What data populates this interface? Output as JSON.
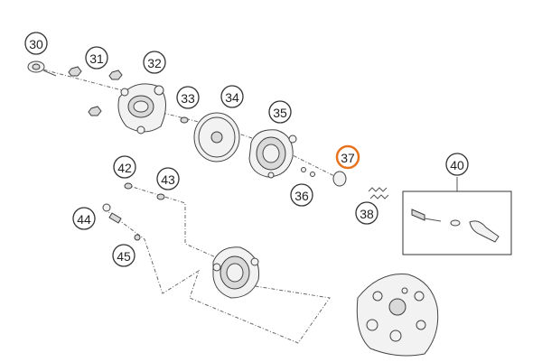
{
  "callouts": [
    {
      "label": "30",
      "highlighted": false
    },
    {
      "label": "31",
      "highlighted": false
    },
    {
      "label": "32",
      "highlighted": false
    },
    {
      "label": "33",
      "highlighted": false
    },
    {
      "label": "34",
      "highlighted": false
    },
    {
      "label": "35",
      "highlighted": false
    },
    {
      "label": "36",
      "highlighted": false
    },
    {
      "label": "37",
      "highlighted": true
    },
    {
      "label": "38",
      "highlighted": false
    },
    {
      "label": "40",
      "highlighted": false
    },
    {
      "label": "42",
      "highlighted": false
    },
    {
      "label": "43",
      "highlighted": false
    },
    {
      "label": "44",
      "highlighted": false
    },
    {
      "label": "45",
      "highlighted": false
    }
  ],
  "colors": {
    "highlight": "#e8731e",
    "stroke": "#333333",
    "background": "#ffffff"
  }
}
